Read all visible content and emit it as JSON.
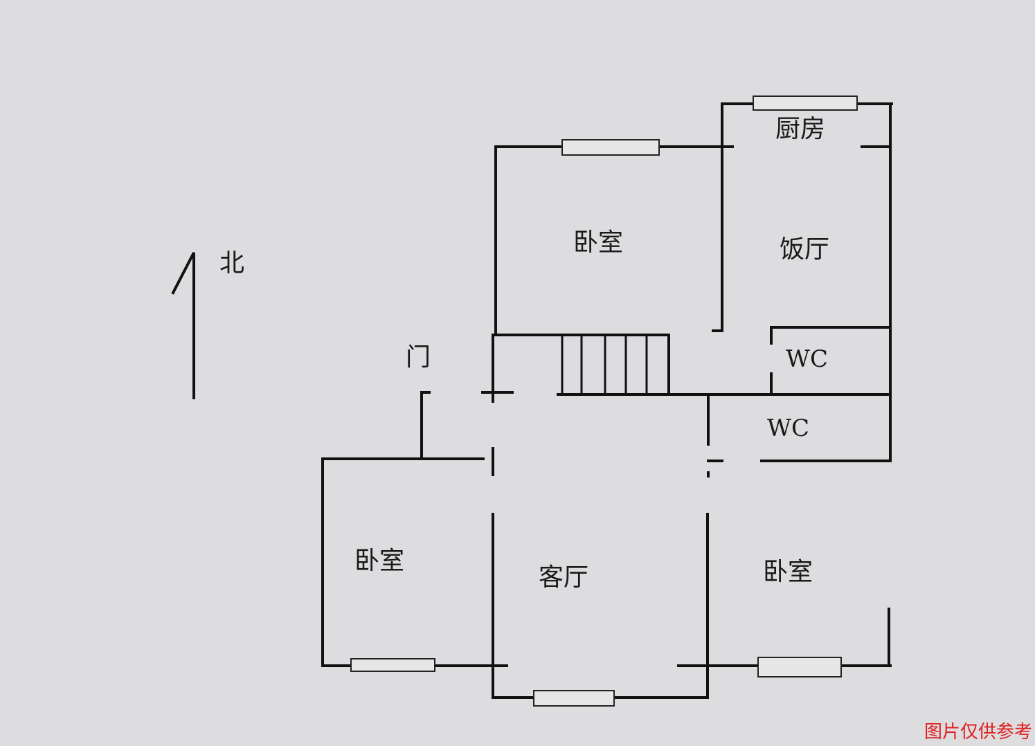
{
  "compass": {
    "label": "北"
  },
  "door_label": "门",
  "rooms": {
    "bedroom_north": "卧室",
    "kitchen": "厨房",
    "dining": "饭厅",
    "wc_upper": "WC",
    "wc_lower": "WC",
    "bedroom_west": "卧室",
    "living": "客厅",
    "bedroom_east": "卧室"
  },
  "watermark": "图片仅供参考",
  "colors": {
    "background": "#dddcdf",
    "line": "#111111",
    "watermark": "#e02020"
  }
}
